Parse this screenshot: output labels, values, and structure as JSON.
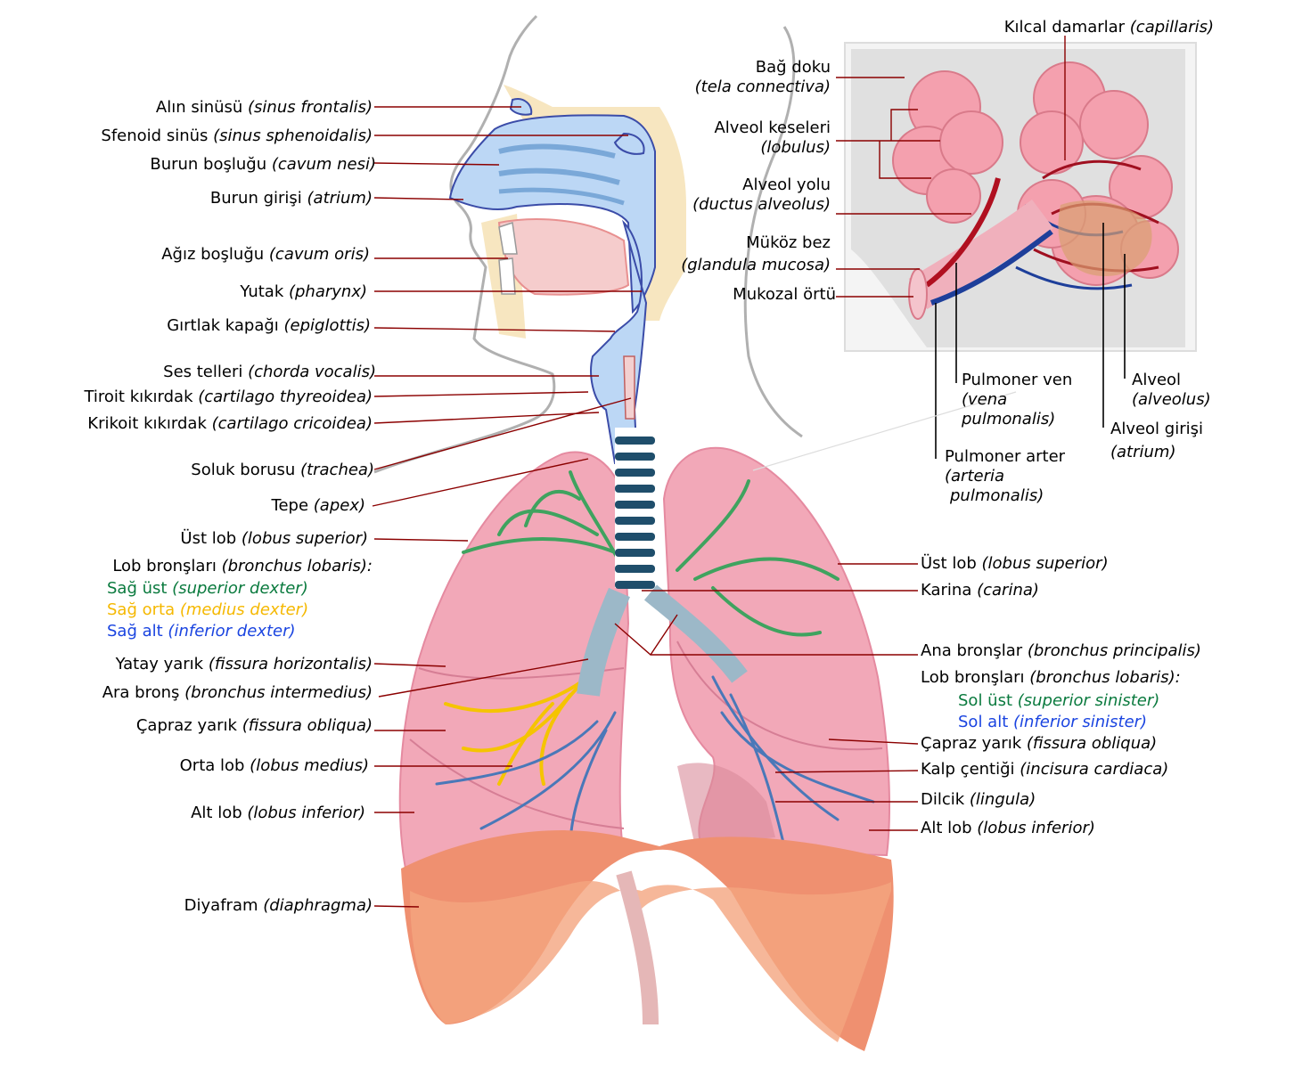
{
  "labels_left": [
    {
      "id": "alin-sinusu",
      "main": "Alın sinüsü ",
      "lat": "(sinus frontalis)"
    },
    {
      "id": "sfenoid-sinus",
      "main": "Sfenoid sinüs ",
      "lat": "(sinus sphenoidalis)"
    },
    {
      "id": "burun-boslugu",
      "main": "Burun boşluğu ",
      "lat": "(cavum nesi)"
    },
    {
      "id": "burun-girisi",
      "main": "Burun girişi ",
      "lat": "(atrium)"
    },
    {
      "id": "agiz-boslugu",
      "main": "Ağız boşluğu ",
      "lat": "(cavum oris)"
    },
    {
      "id": "yutak",
      "main": "Yutak ",
      "lat": "(pharynx)"
    },
    {
      "id": "girtlak-kapagi",
      "main": "Gırtlak kapağı ",
      "lat": "(epiglottis)"
    },
    {
      "id": "ses-telleri",
      "main": "Ses telleri ",
      "lat": "(chorda vocalis)"
    },
    {
      "id": "tiroit-kikirdak",
      "main": "Tiroit kıkırdak ",
      "lat": "(cartilago thyreoidea)"
    },
    {
      "id": "krikoit-kikirdak",
      "main": "Krikoit kıkırdak ",
      "lat": "(cartilago cricoidea)"
    },
    {
      "id": "soluk-borusu",
      "main": "Soluk borusu ",
      "lat": "(trachea)"
    },
    {
      "id": "tepe",
      "main": "Tepe ",
      "lat": "(apex)"
    },
    {
      "id": "ust-lob-sag",
      "main": "Üst lob ",
      "lat": "(lobus superior)"
    },
    {
      "id": "lob-bronslari-sag",
      "main": "Lob bronşları ",
      "lat": "(bronchus lobaris):"
    },
    {
      "id": "yatay-yarik",
      "main": "Yatay yarık ",
      "lat": "(fissura horizontalis)"
    },
    {
      "id": "ara-brons",
      "main": "Ara bronş ",
      "lat": "(bronchus intermedius)"
    },
    {
      "id": "capraz-yarik-sag",
      "main": "Çapraz yarık ",
      "lat": "(fissura obliqua)"
    },
    {
      "id": "orta-lob",
      "main": "Orta lob ",
      "lat": "(lobus medius)"
    },
    {
      "id": "alt-lob-sag",
      "main": "Alt lob ",
      "lat": "(lobus inferior)"
    },
    {
      "id": "diyafram",
      "main": "Diyafram ",
      "lat": "(diaphragma)"
    }
  ],
  "bronchi_right": [
    {
      "id": "sag-ust",
      "main": "Sağ üst ",
      "lat": "(superior dexter)",
      "color": "#0a7a3e"
    },
    {
      "id": "sag-orta",
      "main": "Sağ orta ",
      "lat": "(medius dexter)",
      "color": "#f5b800"
    },
    {
      "id": "sag-alt",
      "main": "Sağ alt ",
      "lat": "(inferior dexter)",
      "color": "#1a44e0"
    }
  ],
  "labels_right": [
    {
      "id": "ust-lob-sol",
      "main": "Üst lob ",
      "lat": "(lobus superior)"
    },
    {
      "id": "karina",
      "main": "Karina ",
      "lat": "(carina)"
    },
    {
      "id": "ana-bronslar",
      "main": "Ana bronşlar ",
      "lat": "(bronchus principalis)"
    },
    {
      "id": "lob-bronslari-sol",
      "main": "Lob bronşları ",
      "lat": "(bronchus lobaris):"
    },
    {
      "id": "capraz-yarik-sol",
      "main": "Çapraz yarık ",
      "lat": "(fissura obliqua)"
    },
    {
      "id": "kalp-centigi",
      "main": "Kalp çentiği ",
      "lat": "(incisura cardiaca)"
    },
    {
      "id": "dilcik",
      "main": "Dilcik ",
      "lat": "(lingula)"
    },
    {
      "id": "alt-lob-sol",
      "main": "Alt lob ",
      "lat": "(lobus inferior)"
    }
  ],
  "bronchi_left": [
    {
      "id": "sol-ust",
      "main": "Sol üst ",
      "lat": "(superior sinister)",
      "color": "#0a7a3e"
    },
    {
      "id": "sol-alt",
      "main": "Sol alt ",
      "lat": "(inferior sinister)",
      "color": "#1a44e0"
    }
  ],
  "inset": {
    "kilcal": {
      "main": "Kılcal damarlar ",
      "lat": "(capillaris)"
    },
    "bag_doku": {
      "main": "Bağ doku",
      "lat": "(tela connectiva)"
    },
    "alveol_keseleri": {
      "main": "Alveol keseleri",
      "lat": "(lobulus)"
    },
    "alveol_yolu": {
      "main": "Alveol yolu",
      "lat": "(ductus alveolus)"
    },
    "mukoz_bez": {
      "main": "Müköz bez",
      "lat": "(glandula mucosa)"
    },
    "mukozal_ortu": {
      "main": "Mukozal örtü",
      "lat": ""
    },
    "pulmoner_ven": {
      "main": "Pulmoner ven",
      "lat1": "(vena",
      "lat2": "pulmonalis)"
    },
    "pulmoner_arter": {
      "main": "Pulmoner arter",
      "lat1": "(arteria",
      "lat2": "pulmonalis)"
    },
    "alveol": {
      "main": "Alveol",
      "lat": "(alveolus)"
    },
    "alveol_girisi": {
      "main": "Alveol girişi",
      "lat": "(atrium)"
    }
  }
}
